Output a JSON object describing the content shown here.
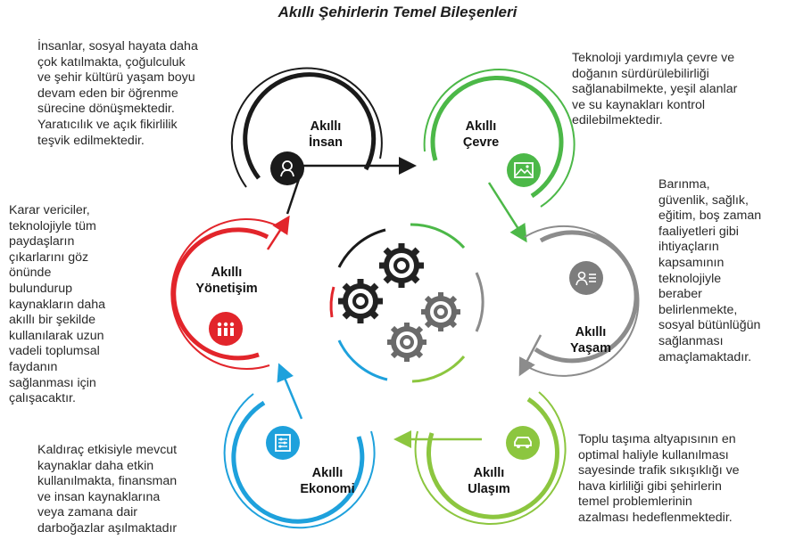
{
  "title": "Akıllı Şehirlerin Temel Bileşenleri",
  "nodes": [
    {
      "id": "insan",
      "label": "Akıllı\nİnsan",
      "color": "#1a1a1a",
      "icon": "person-icon",
      "description": "İnsanlar, sosyal hayata daha\nçok katılmakta, çoğulculuk\nve şehir kültürü yaşam boyu\ndevam eden bir öğrenme\nsürecine dönüşmektedir.\nYaratıcılık ve açık fikirlilik\nteşvik edilmektedir."
    },
    {
      "id": "cevre",
      "label": "Akıllı\nÇevre",
      "color": "#4cb848",
      "icon": "landscape-image-icon",
      "description": "Teknoloji yardımıyla çevre ve\ndoğanın sürdürülebilirliği\nsağlanabilmekte, yeşil alanlar\nve su kaynakları kontrol\nedilebilmektedir."
    },
    {
      "id": "yasam",
      "label": "Akıllı\nYaşam",
      "color": "#8c8c8c",
      "icon": "person-list-icon",
      "description": "Barınma,\ngüvenlik, sağlık,\neğitim, boş zaman\nfaaliyetleri gibi\nihtiyaçların\nkapsamının\nteknolojiyle\nberaber\nbelirlenmekte,\nsosyal bütünlüğün\nsağlanması\namaçlamaktadır."
    },
    {
      "id": "ulasim",
      "label": "Akıllı\nUlaşım",
      "color": "#8cc63f",
      "icon": "car-icon",
      "description": "Toplu taşıma altyapısının en\noptimal haliyle kullanılması\nsayesinde trafik sıkışıklığı ve\nhava kirliliği gibi şehirlerin\ntemel problemlerinin\nazalması hedeflenmektedir."
    },
    {
      "id": "ekonomi",
      "label": "Akıllı\nEkonomi",
      "color": "#1ea1dc",
      "icon": "abacus-icon",
      "description": "Kaldıraç etkisiyle mevcut\nkaynaklar daha etkin\nkullanılmakta, finansman\nve insan kaynaklarına\nveya zamana dair\ndarboğazlar aşılmaktadır"
    },
    {
      "id": "yonetisim",
      "label": "Akıllı\nYönetişim",
      "color": "#e2252b",
      "icon": "people-group-icon",
      "description": "Karar vericiler,\nteknolojiyle tüm\npaydaşların\nçıkarlarını göz\nönünde\nbulundurup\nkaynakların daha\nakıllı bir şekilde\nkullanılarak uzun\nvadeli toplumsal\nfaydanın\nsağlanması için\nçalışacaktır."
    }
  ],
  "center": {
    "icon": "gears-icon"
  }
}
